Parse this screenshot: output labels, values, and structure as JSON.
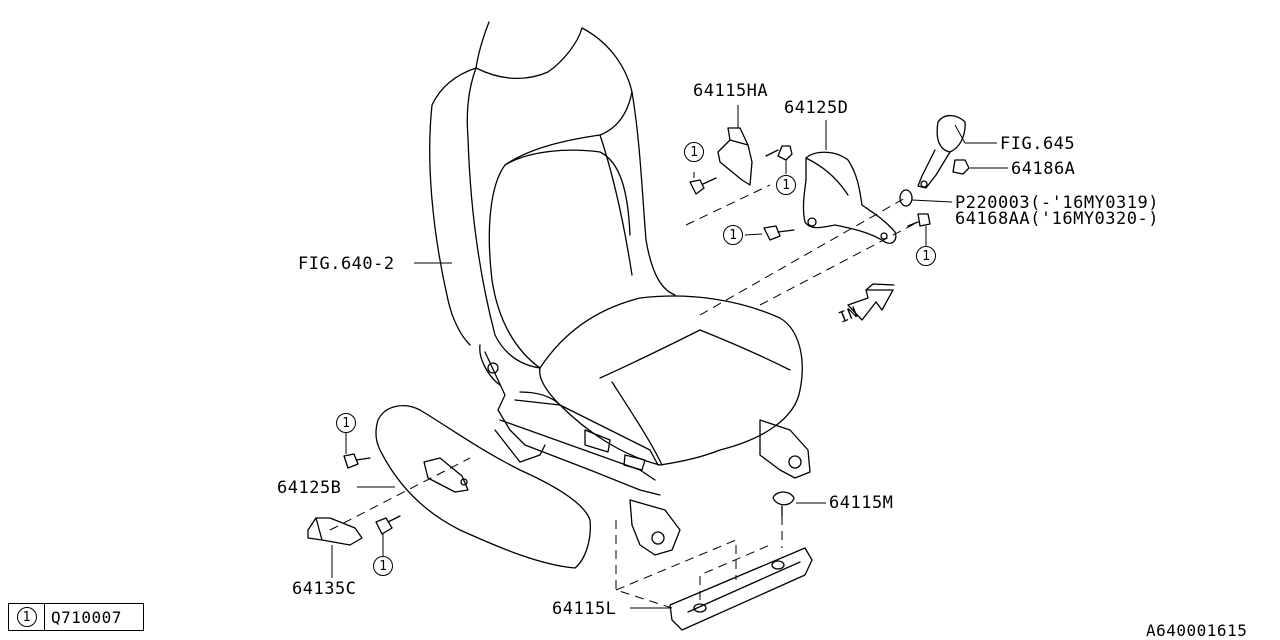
{
  "labels": {
    "part_64115HA": "64115HA",
    "part_64125D": "64125D",
    "fig_645": "FIG.645",
    "part_64186A": "64186A",
    "part_P220003": "P220003(-'16MY0319)",
    "part_64168AA": "64168AA('16MY0320-)",
    "fig_640_2": "FIG.640-2",
    "part_64125B": "64125B",
    "part_64135C": "64135C",
    "part_64115M": "64115M",
    "part_64115L": "64115L"
  },
  "callout_symbol": "1",
  "direction_indicator": "IN",
  "legend": {
    "symbol": "1",
    "part_number": "Q710007"
  },
  "diagram_id": "A640001615"
}
